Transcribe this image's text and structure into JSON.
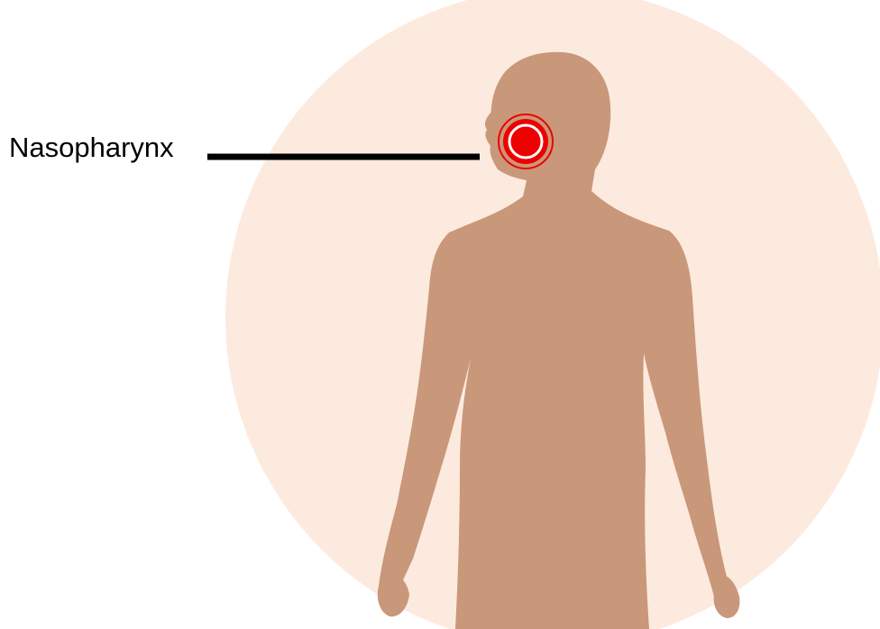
{
  "diagram": {
    "label": "Nasopharynx",
    "colors": {
      "background_circle": "#fdeade",
      "body": "#c9977a",
      "marker": "#ee0000",
      "marker_ring": "#ffffff",
      "leader_line": "#000000"
    },
    "icons": {
      "figure": "human-silhouette",
      "marker": "target-marker"
    }
  }
}
